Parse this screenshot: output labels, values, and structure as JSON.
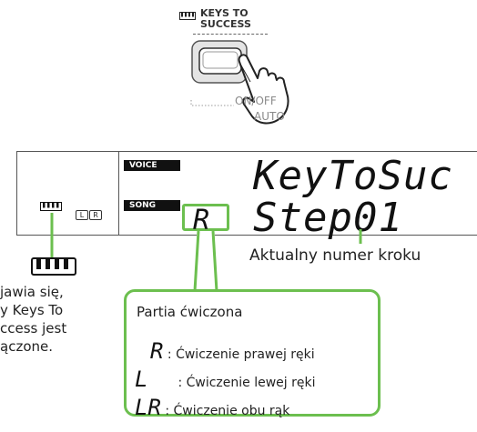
{
  "panel": {
    "button_title_line1": "KEYS TO",
    "button_title_line2": "SUCCESS",
    "on_off_label": "ON/OFF",
    "auto_label": "AUTO"
  },
  "lcd": {
    "voice_tag": "VOICE",
    "song_tag": "SONG",
    "line1": "KeyToSuc",
    "line2": "Step01",
    "part_indicator": "R",
    "left_hand_box": "L",
    "right_hand_box": "R"
  },
  "annotations": {
    "step_number_label": "Aktualny numer kroku",
    "left_description": [
      "jawia się,",
      "y Keys To",
      "ccess jest",
      "ączone."
    ]
  },
  "callout": {
    "title": "Partia ćwiczona",
    "items": [
      {
        "symbol": "R",
        "text": ": Ćwiczenie prawej ręki"
      },
      {
        "symbol": "L",
        "text": ": Ćwiczenie lewej ręki"
      },
      {
        "symbol": "LR",
        "text": ": Ćwiczenie obu rąk"
      }
    ]
  },
  "colors": {
    "accent_green": "#6cbf4f"
  }
}
